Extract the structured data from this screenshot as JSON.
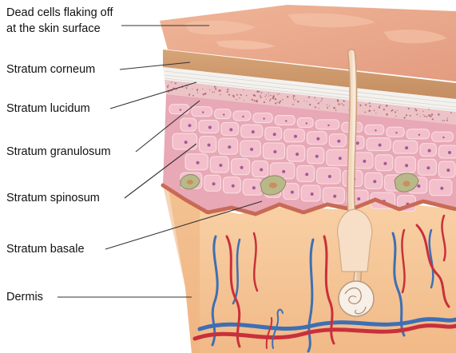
{
  "diagram": {
    "labels": [
      {
        "id": "dead-cells",
        "lines": [
          "Dead cells flaking  off",
          "at the skin surface"
        ]
      },
      {
        "id": "stratum-corneum",
        "lines": [
          "Stratum corneum"
        ]
      },
      {
        "id": "stratum-lucidum",
        "lines": [
          "Stratum lucidum"
        ]
      },
      {
        "id": "stratum-granulosum",
        "lines": [
          "Stratum granulosum"
        ]
      },
      {
        "id": "stratum-spinosum",
        "lines": [
          "Stratum spinosum"
        ]
      },
      {
        "id": "stratum-basale",
        "lines": [
          "Stratum basale"
        ]
      },
      {
        "id": "dermis",
        "lines": [
          "Dermis"
        ]
      }
    ],
    "colors": {
      "surface": "#e9a88a",
      "corneum": "#c9986a",
      "lucidum": "#f4f2ef",
      "granulosum": "#e8a8b6",
      "cell": "#f3bfcb",
      "cell_outline": "#f9dfe6",
      "nucleus": "#a05a9a",
      "basale": "#c86a55",
      "dermis": "#f6c89a",
      "artery": "#c8303a",
      "vein": "#3d6fb4",
      "hair": "#f3dfc8",
      "leader_line": "#333333"
    }
  }
}
